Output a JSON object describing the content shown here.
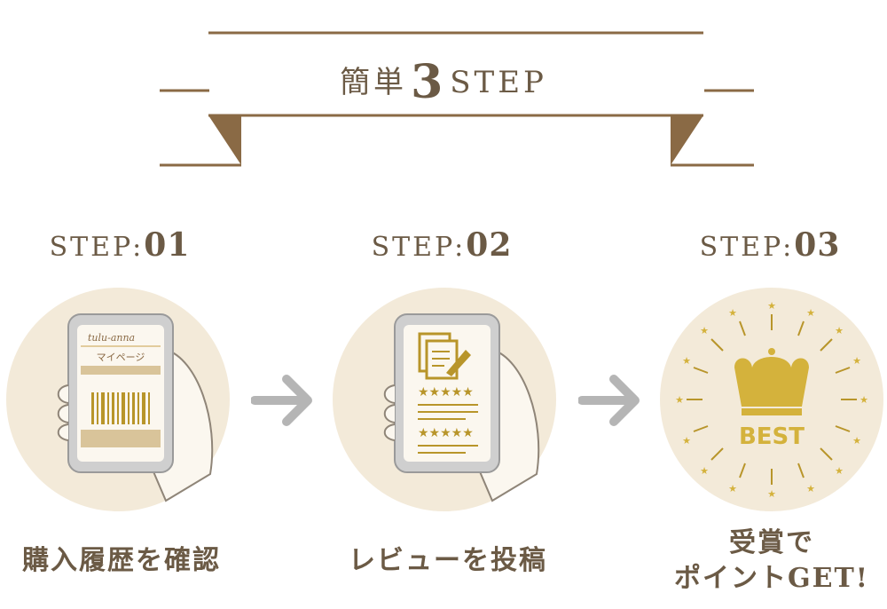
{
  "header": {
    "title_prefix": "簡単",
    "title_number": "3",
    "title_suffix": "STEP"
  },
  "steps": [
    {
      "label": "STEP:",
      "number": "01",
      "caption": "購入履歴を確認",
      "phone": {
        "brand": "tulu-anna",
        "menu": "マイページ"
      }
    },
    {
      "label": "STEP:",
      "number": "02",
      "caption": "レビューを投稿"
    },
    {
      "label": "STEP:",
      "number": "03",
      "caption_line1": "受賞で",
      "caption_line2": "ポイントGET!",
      "badge": "BEST"
    }
  ],
  "colors": {
    "brown": "#6b5a45",
    "ribbon": "#8a6a45",
    "beige": "#f3ead9",
    "gold": "#b8952a",
    "gray": "#b5b5b5",
    "skin": "#fbf7ef"
  }
}
